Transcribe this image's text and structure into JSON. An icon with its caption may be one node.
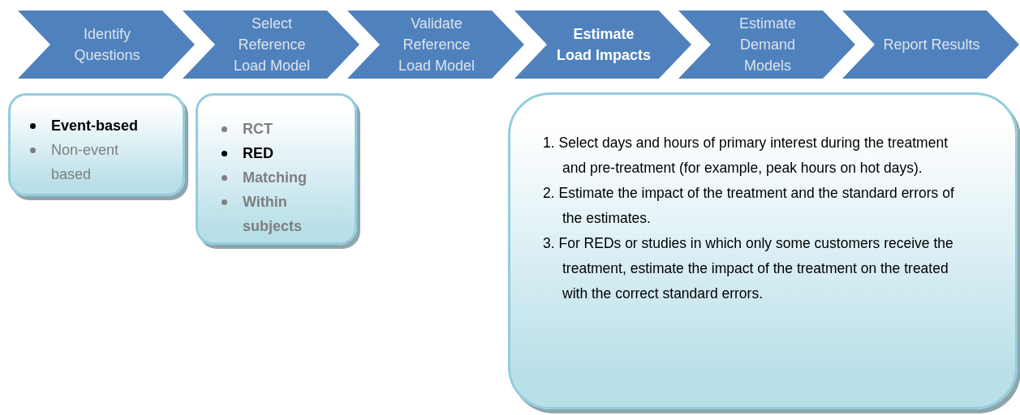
{
  "diagram": {
    "nodes": [
      {
        "text": [
          "Identify Questions"
        ]
      },
      {
        "text": [
          "Select Reference Load Model"
        ]
      },
      {
        "text": [
          "Validate Reference Load Model"
        ]
      },
      {
        "text": [
          "Estimate Load Impacts"
        ]
      },
      {
        "text": [
          "Estimate Demand Models"
        ]
      },
      {
        "text": [
          "Report Results"
        ]
      },
      {
        "text": [
          "Event-based",
          "Non-event based"
        ]
      },
      {
        "text": [
          "RCT",
          "RED",
          "Matching",
          "Within subjects"
        ]
      },
      {
        "text": [
          "1. Select days and hours of primary interest during the treatment and pre-treatment (for example, peak hours on hot days).",
          "2. Estimate the impact of the treatment and the standard errors of the estimates.",
          "3. For REDs or studies in which only some customers receive the treatment, estimate the impact of the treatment on the treated with the correct standard errors."
        ]
      }
    ]
  }
}
